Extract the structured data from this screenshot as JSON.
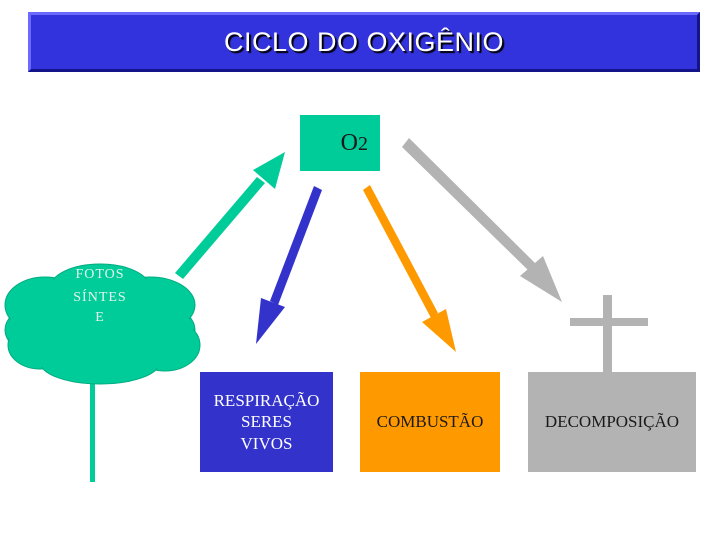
{
  "title": "CICLO DO OXIGÊNIO",
  "o2": {
    "main": "O",
    "sub": "2"
  },
  "tree": {
    "line1": "FOTOS",
    "line2": "SÍNTES",
    "line3": "E"
  },
  "boxes": {
    "respiracao": "RESPIRAÇÃO\nSERES\nVIVOS",
    "combustao": "COMBUSTÃO",
    "decomposicao": "DECOMPOSIÇÃO"
  },
  "colors": {
    "title_bg": "#3333dd",
    "o2_bg": "#00cc99",
    "tree": "#00cc99",
    "respiracao": "#3333cc",
    "combustao": "#ff9900",
    "decomposicao": "#b3b3b3"
  }
}
